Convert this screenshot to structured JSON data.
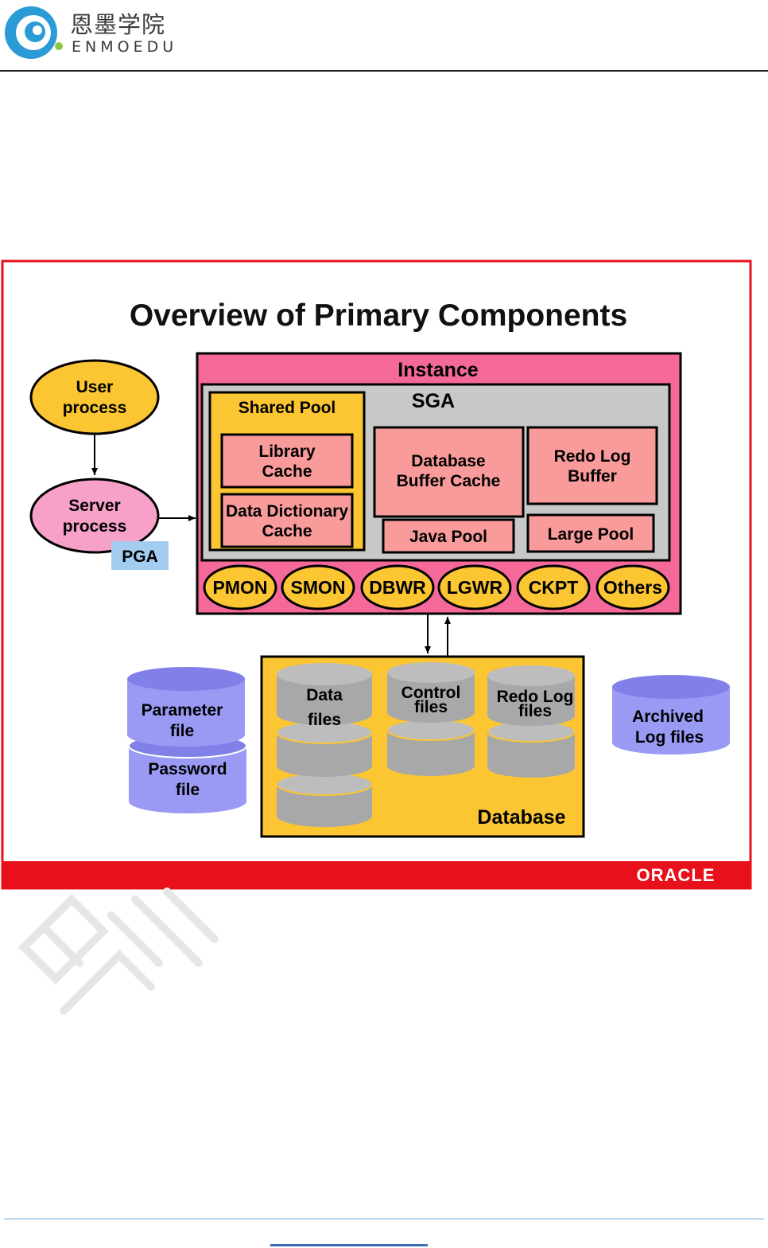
{
  "header": {
    "logo_cn": "恩墨学院",
    "logo_en": "ENMOEDU"
  },
  "slide": {
    "title": "Overview of Primary Components",
    "brand": "ORACLE",
    "user_process": [
      "User",
      "process"
    ],
    "server_process": [
      "Server",
      "process"
    ],
    "pga": "PGA",
    "instance": "Instance",
    "sga": "SGA",
    "shared_pool": "Shared Pool",
    "library_cache": [
      "Library",
      "Cache"
    ],
    "data_dictionary_cache": [
      "Data Dictionary",
      "Cache"
    ],
    "database_buffer_cache": [
      "Database",
      "Buffer Cache"
    ],
    "redo_log_buffer": [
      "Redo Log",
      "Buffer"
    ],
    "java_pool": "Java Pool",
    "large_pool": "Large Pool",
    "processes": [
      "PMON",
      "SMON",
      "DBWR",
      "LGWR",
      "CKPT",
      "Others"
    ],
    "database": "Database",
    "data_files": [
      "Data",
      "files"
    ],
    "control_files": [
      "Control",
      "files"
    ],
    "redo_log_files": [
      "Redo Log",
      "files"
    ],
    "parameter_file": [
      "Parameter",
      "file"
    ],
    "password_file": [
      "Password",
      "file"
    ],
    "archived_log_files": [
      "Archived",
      "Log files"
    ]
  },
  "colors": {
    "frame_red": "#e8101a",
    "instance_pink": "#f5689a",
    "sga_gray": "#c8c8c8",
    "yellow": "#fbc632",
    "salmon": "#f99b9b",
    "server_pink": "#f7a0c8",
    "pga_blue": "#a2cdf0",
    "cylinder_purple": "#9a9af5",
    "cylinder_gray": "#a8a8a8"
  }
}
